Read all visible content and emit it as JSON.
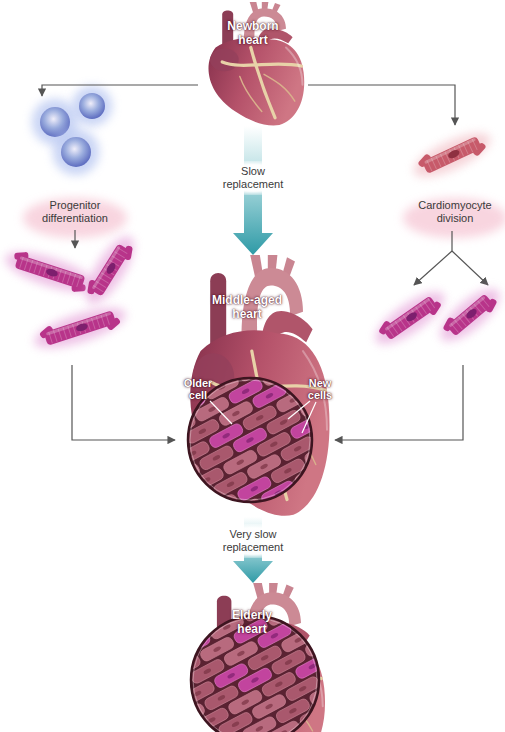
{
  "diagram": {
    "nodes": [
      {
        "text": [
          "Newborn heart"
        ]
      },
      {
        "text": [
          "Progenitor differentiation"
        ]
      },
      {
        "text": [
          "Cardiomyocyte division"
        ]
      },
      {
        "text": [
          "Middle-aged heart"
        ]
      },
      {
        "text": [
          "Elderly heart"
        ]
      }
    ],
    "edges": [
      {
        "from": 0,
        "to": 1,
        "arrow": "to"
      },
      {
        "from": 0,
        "to": 2,
        "arrow": "to"
      },
      {
        "from": 0,
        "to": 3,
        "label": "Slow replacement",
        "arrow": "to"
      },
      {
        "from": 1,
        "to": 3,
        "arrow": "to"
      },
      {
        "from": 2,
        "to": 3,
        "arrow": "to"
      },
      {
        "from": 3,
        "to": 4,
        "label": "Very slow replacement",
        "arrow": "to"
      }
    ],
    "labels": [
      "Older cell",
      "New cells"
    ]
  }
}
